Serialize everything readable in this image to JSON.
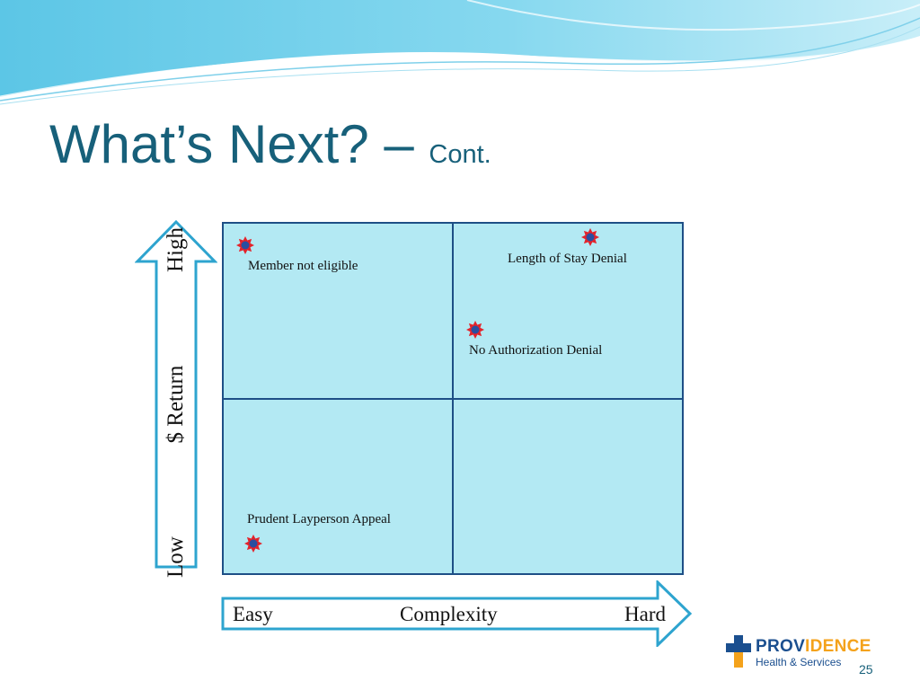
{
  "slide": {
    "title": "What’s Next? –",
    "title_suffix": "Cont.",
    "page_number": "25"
  },
  "y_axis": {
    "label_low": "Low",
    "label_mid": "$ Return",
    "label_high": "High"
  },
  "x_axis": {
    "label_low": "Easy",
    "label_mid": "Complexity",
    "label_high": "Hard"
  },
  "items": [
    {
      "label": "Member not eligible",
      "quadrant": "top-left"
    },
    {
      "label": "Length of Stay Denial",
      "quadrant": "top-right"
    },
    {
      "label": "No Authorization Denial",
      "quadrant": "top-right"
    },
    {
      "label": "Prudent Layperson Appeal",
      "quadrant": "bottom-left"
    }
  ],
  "logo": {
    "name_part1": "PROV",
    "name_part2": "IDENCE",
    "tagline": "Health & Services"
  },
  "colors": {
    "title": "#17607a",
    "quadrant_fill": "#b3e9f3",
    "quadrant_border": "#1e4f86",
    "arrow_stroke": "#2ea4cf",
    "marker_red": "#e3232b",
    "marker_blue": "#2a4ea0",
    "logo_blue": "#1b4f8f",
    "logo_orange": "#f4a21b"
  }
}
